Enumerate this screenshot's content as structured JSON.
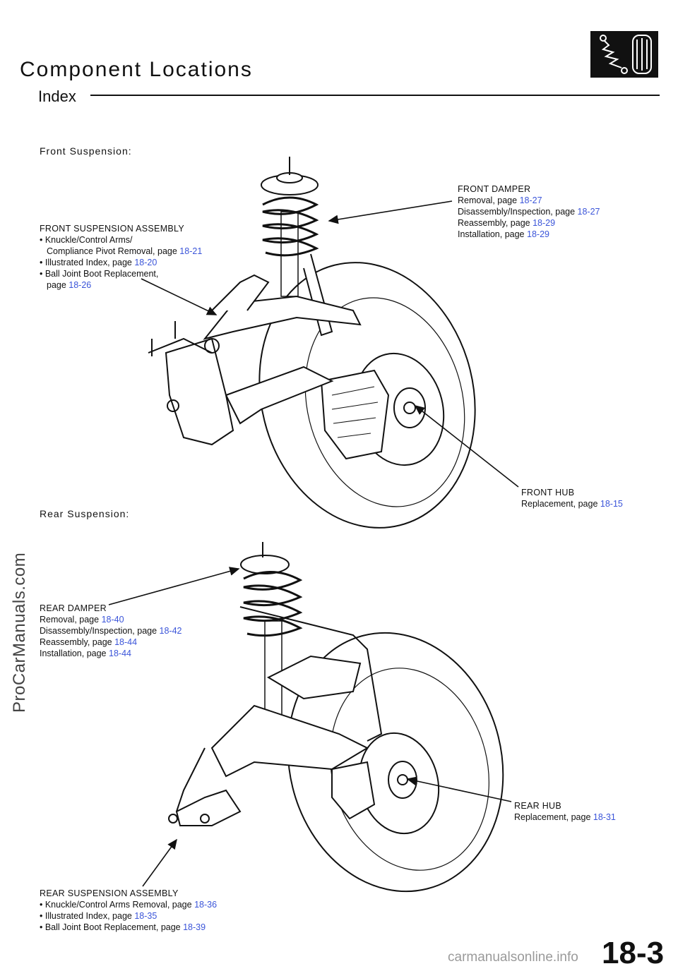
{
  "header": {
    "title": "Component Locations",
    "subtitle": "Index"
  },
  "section_icon": "shock-absorber-and-tire-icon",
  "front": {
    "heading": "Front Suspension:",
    "damper": {
      "name": "FRONT DAMPER",
      "lines": [
        {
          "text": "Removal, page ",
          "ref": "18-27"
        },
        {
          "text": "Disassembly/Inspection, page ",
          "ref": "18-27"
        },
        {
          "text": "Reassembly, page ",
          "ref": "18-29"
        },
        {
          "text": "Installation, page ",
          "ref": "18-29"
        }
      ]
    },
    "assembly": {
      "name": "FRONT SUSPENSION ASSEMBLY",
      "lines": [
        {
          "text": "• Knuckle/Control Arms/",
          "ref": ""
        },
        {
          "text": "Compliance Pivot Removal, page ",
          "ref": "18-21"
        },
        {
          "text": "• Illustrated Index, page ",
          "ref": "18-20"
        },
        {
          "text": "• Ball Joint Boot Replacement,",
          "ref": ""
        },
        {
          "text": "page ",
          "ref": "18-26"
        }
      ]
    },
    "hub": {
      "name": "FRONT HUB",
      "lines": [
        {
          "text": "Replacement, page ",
          "ref": "18-15"
        }
      ]
    }
  },
  "rear": {
    "heading": "Rear Suspension:",
    "damper": {
      "name": "REAR DAMPER",
      "lines": [
        {
          "text": "Removal, page ",
          "ref": "18-40"
        },
        {
          "text": "Disassembly/Inspection, page ",
          "ref": "18-42"
        },
        {
          "text": "Reassembly, page ",
          "ref": "18-44"
        },
        {
          "text": "Installation, page ",
          "ref": "18-44"
        }
      ]
    },
    "hub": {
      "name": "REAR HUB",
      "lines": [
        {
          "text": "Replacement, page ",
          "ref": "18-31"
        }
      ]
    },
    "assembly": {
      "name": "REAR SUSPENSION ASSEMBLY",
      "lines": [
        {
          "text": "• Knuckle/Control Arms Removal, page ",
          "ref": "18-36"
        },
        {
          "text": "• Illustrated Index, page ",
          "ref": "18-35"
        },
        {
          "text": "• Ball Joint Boot Replacement, page ",
          "ref": "18-39"
        }
      ]
    }
  },
  "watermark": "ProCarManuals.com",
  "footer_watermark": "carmanualsonline.info",
  "page_number": "18-3",
  "colors": {
    "link": "#3b55d9",
    "ink": "#111111"
  }
}
